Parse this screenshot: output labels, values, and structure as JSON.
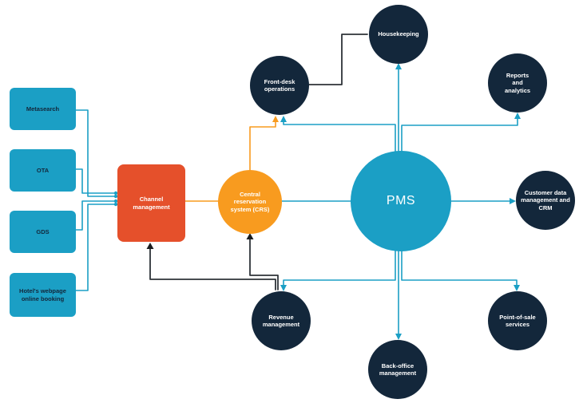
{
  "diagram": {
    "colors": {
      "cyan": "#1b9fc5",
      "orange": "#f89b1f",
      "red_orange": "#e5502b",
      "dark_navy": "#13273b",
      "black_line": "#2e3338"
    },
    "sources": [
      {
        "id": "metasearch",
        "label": "Metasearch"
      },
      {
        "id": "ota",
        "label": "OTA"
      },
      {
        "id": "gds",
        "label": "GDS"
      },
      {
        "id": "hotel-webpage",
        "label": "Hotel's webpage online booking"
      }
    ],
    "channel_management": {
      "label": "Channel management"
    },
    "crs": {
      "label": "Central reservation system (CRS)"
    },
    "pms": {
      "label": "PMS"
    },
    "modules": [
      {
        "id": "housekeeping",
        "label": "Housekeeping"
      },
      {
        "id": "front-desk-operations",
        "label": "Front-desk operations"
      },
      {
        "id": "reports-and-analytics",
        "label": "Reports and analytics"
      },
      {
        "id": "customer-data-management-and-crm",
        "label": "Customer data management and CRM"
      },
      {
        "id": "point-of-sale-services",
        "label": "Point-of-sale services"
      },
      {
        "id": "back-office-management",
        "label": "Back-office management"
      },
      {
        "id": "revenue-management",
        "label": "Revenue management"
      }
    ]
  }
}
